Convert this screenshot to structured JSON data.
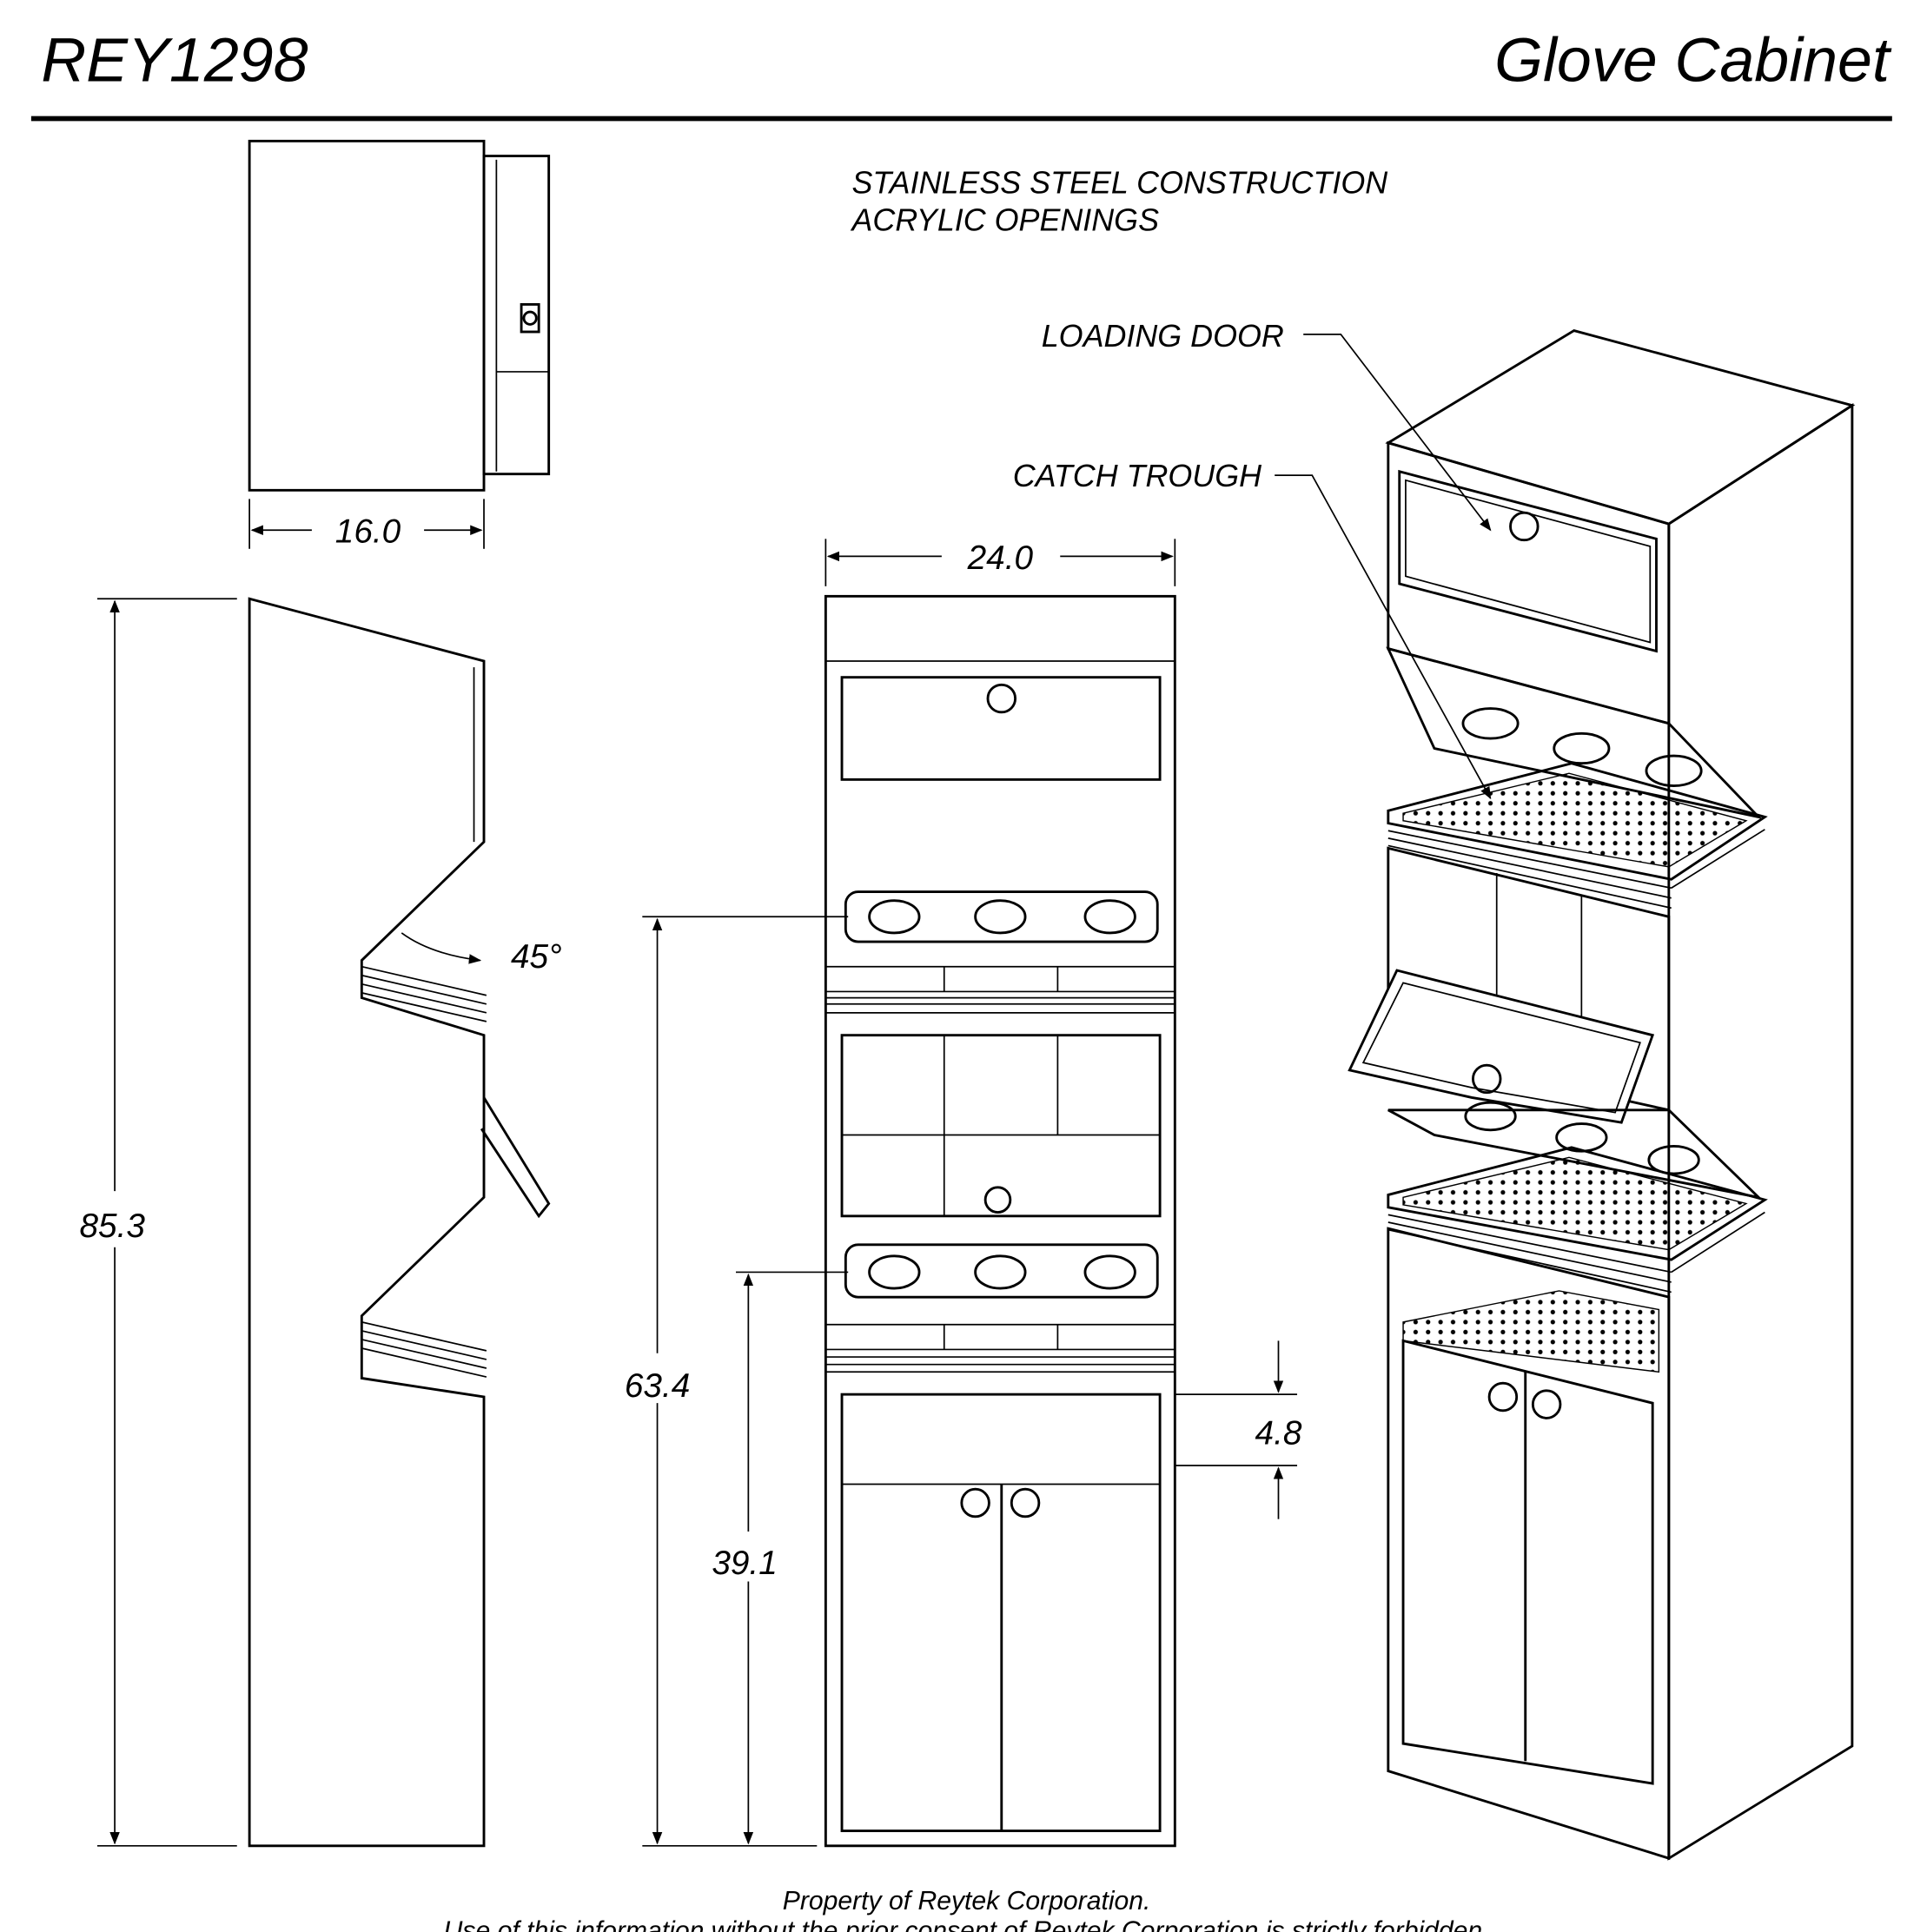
{
  "header": {
    "part_number": "REY1298",
    "title": "Glove Cabinet"
  },
  "notes": [
    "STAINLESS STEEL CONSTRUCTION",
    "ACRYLIC OPENINGS"
  ],
  "callouts": {
    "loading_door": "LOADING DOOR",
    "catch_trough": "CATCH TROUGH"
  },
  "dimensions": {
    "depth": "16.0",
    "width": "24.0",
    "height": "85.3",
    "angle": "45°",
    "upper_shelf_height": "63.4",
    "lower_shelf_height": "39.1",
    "gap": "4.8"
  },
  "footer": {
    "line1": "Property of Reytek Corporation.",
    "line2": "Use of this information without the prior consent of Reytek Corporation is strictly forbidden."
  }
}
